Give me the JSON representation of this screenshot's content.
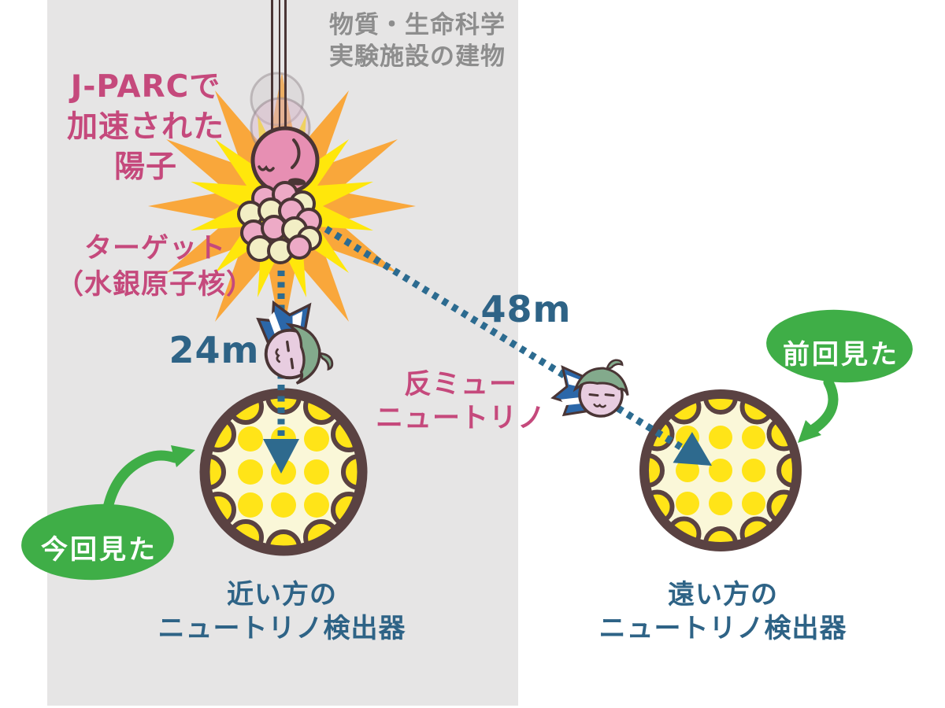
{
  "colors": {
    "background": "#ffffff",
    "building_fill": "#e6e5e5",
    "building_text": "#8d8d8d",
    "pink_text": "#c5497c",
    "blue_text": "#2e6386",
    "beam_dotted_blue": "#2c6b90",
    "green_bubble": "#3fae47",
    "starburst_yellow": "#ffe70b",
    "starburst_orange": "#f9a73b",
    "proton_pink": "#e78fb3",
    "outline_brown": "#4a3535",
    "detector_ring_brown": "#5a4242",
    "detector_fill_cream": "#faf7d8",
    "detector_yellow": "#ffe418",
    "target_pink": "#edaac6",
    "target_cream": "#f2eec5",
    "character_face_pink": "#e8cde0",
    "character_hat_green": "#83aa8c",
    "character_scarf_blue": "#2b67a9"
  },
  "building": {
    "label_line1": "物質・生命科学",
    "label_line2": "実験施設の建物"
  },
  "proton": {
    "label_line1": "J-PARCで",
    "label_line2": "加速された",
    "label_line3": "陽子"
  },
  "target": {
    "label_line1": "ターゲット",
    "label_line2": "（水銀原子核）"
  },
  "neutrino": {
    "label_line1": "反ミュー",
    "label_line2": "ニュートリノ"
  },
  "near": {
    "distance": "24m",
    "label_line1": "近い方の",
    "label_line2": "ニュートリノ検出器",
    "bubble_text": "今回見た"
  },
  "far": {
    "distance": "48m",
    "label_line1": "遠い方の",
    "label_line2": "ニュートリノ検出器",
    "bubble_text": "前回見た"
  }
}
